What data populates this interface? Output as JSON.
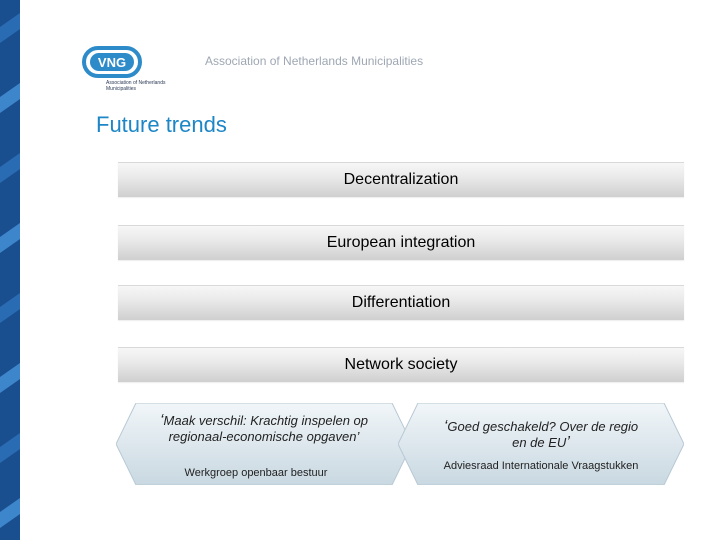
{
  "org_name": "Association of Netherlands Municipalities",
  "logo": {
    "mark": "VNG",
    "text": "Association of Netherlands Municipalities"
  },
  "title": "Future trends",
  "trends": [
    "Decentralization",
    "European integration",
    "Differentiation",
    "Network society"
  ],
  "quotes": [
    {
      "open_mark": "‘",
      "text": "Maak verschil: Krachtig inspelen op regionaal-economische opgaven’",
      "source": "Werkgroep openbaar bestuur"
    },
    {
      "open_mark": "‘",
      "text": "Goed geschakeld? Over de regio en de EU",
      "close_mark": "’",
      "source": "Adviesraad Internationale Vraagstukken"
    }
  ],
  "colors": {
    "stripe": "#1a4f8f",
    "title": "#1c86c6",
    "logo": "#2d8bc9"
  }
}
